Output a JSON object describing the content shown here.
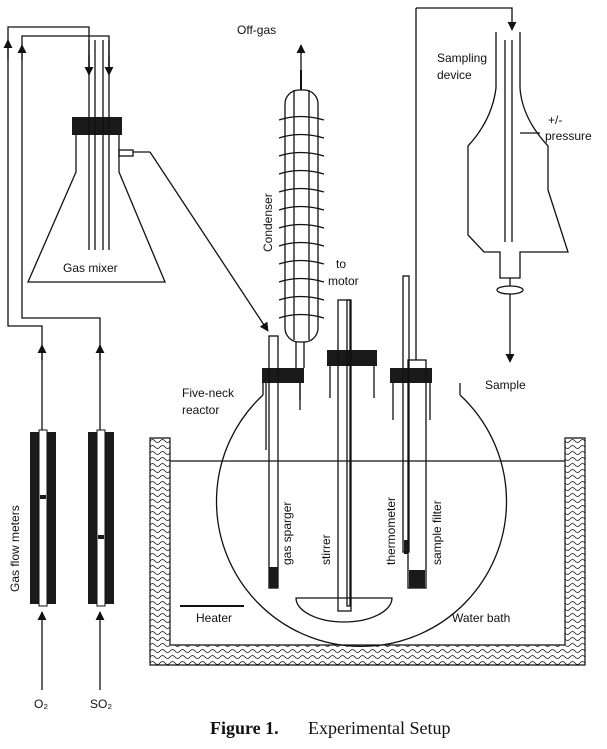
{
  "labels": {
    "off_gas": "Off-gas",
    "sampling_device_line1": "Sampling",
    "sampling_device_line2": "device",
    "pressure_sign": "+/-",
    "pressure": "pressure",
    "condenser": "Condenser",
    "gas_mixer": "Gas mixer",
    "to_line1": "to",
    "motor": "motor",
    "five_neck_line1": "Five-neck",
    "reactor": "reactor",
    "sample": "Sample",
    "gas_flow_meters": "Gas flow meters",
    "gas_sparger": "gas sparger",
    "stirrer": "stirrer",
    "thermometer": "thermometer",
    "sample_filter": "sample filter",
    "heater": "Heater",
    "water_bath": "Water bath",
    "o2": "O₂",
    "so2": "SO₂"
  },
  "caption": {
    "figure": "Figure 1.",
    "title": "Experimental Setup"
  }
}
